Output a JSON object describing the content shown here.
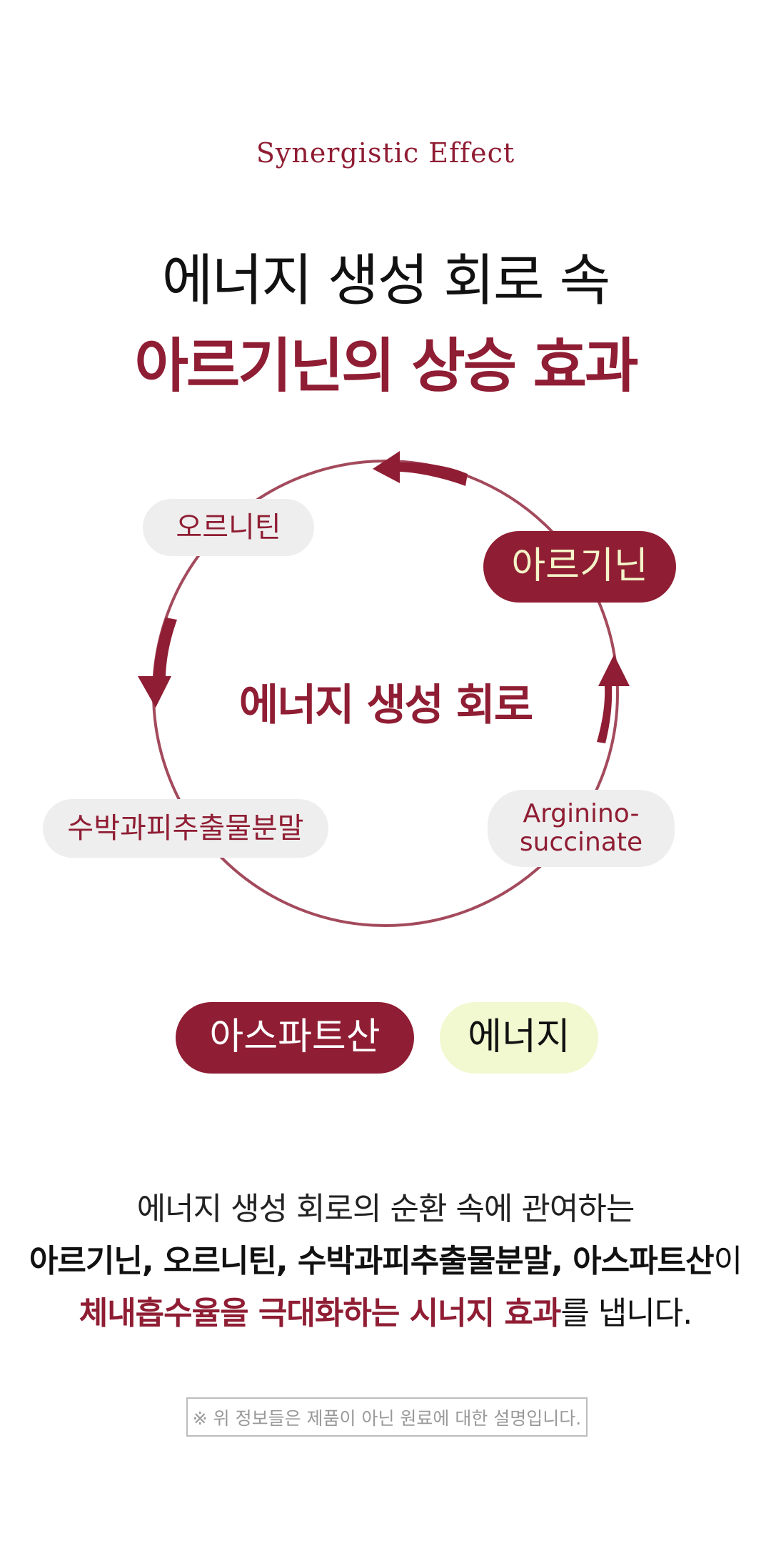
{
  "header": {
    "eyebrow": "Synergistic Effect",
    "title_line1": "에너지 생성 회로 속",
    "title_line2": "아르기닌의 상승 효과"
  },
  "cycle": {
    "center_label": "에너지 생성 회로",
    "nodes": [
      {
        "label": "오르니틴"
      },
      {
        "label": "아르기닌"
      },
      {
        "label": "수박과피추출물분말"
      },
      {
        "label_line1": "Arginino-",
        "label_line2": "succinate"
      }
    ]
  },
  "bottom_pills": {
    "aspartic": "아스파트산",
    "energy": "에너지"
  },
  "description": {
    "line1": "에너지 생성 회로의 순환 속에 관여하는",
    "line2_bold": "아르기닌, 오르니틴, 수박과피추출물분말, 아스파트산",
    "line2_tail": "이",
    "line3_bold": "체내흡수율을 극대화하는 시너지 효과",
    "line3_tail": "를 냅니다."
  },
  "notice": "※ 위 정보들은 제품이 아닌 원료에 대한 설명입니다.",
  "colors": {
    "accent": "#8f1d33",
    "ring": "#a34a5c",
    "pill_grey": "#eeeeee",
    "pill_energy": "#f2f8cf",
    "arginine_text": "#f4f4c8"
  }
}
